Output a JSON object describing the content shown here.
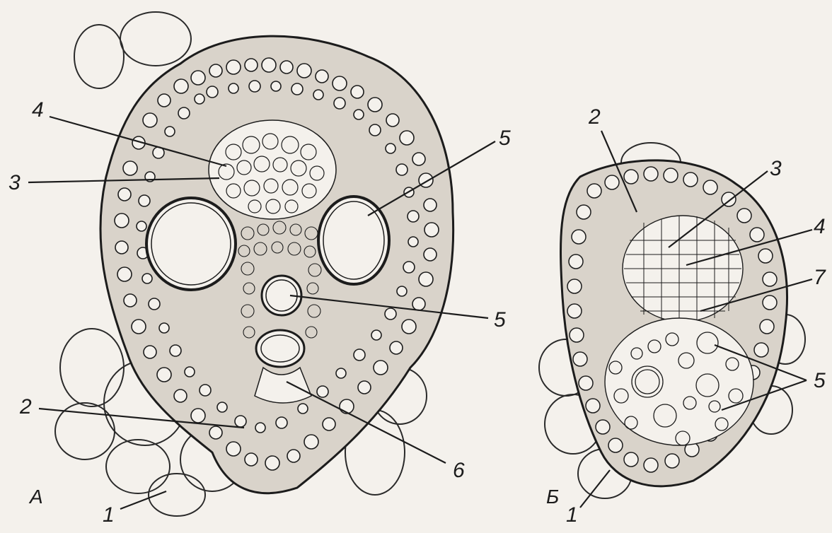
{
  "panels": [
    {
      "id": "A",
      "caption": "А",
      "labels": [
        "1",
        "2",
        "3",
        "4",
        "5",
        "5",
        "6"
      ]
    },
    {
      "id": "B",
      "caption": "Б",
      "labels": [
        "1",
        "2",
        "3",
        "4",
        "5",
        "7"
      ]
    }
  ],
  "colors": {
    "paper": "#f4f1ec",
    "ink": "#1c1c1c"
  }
}
